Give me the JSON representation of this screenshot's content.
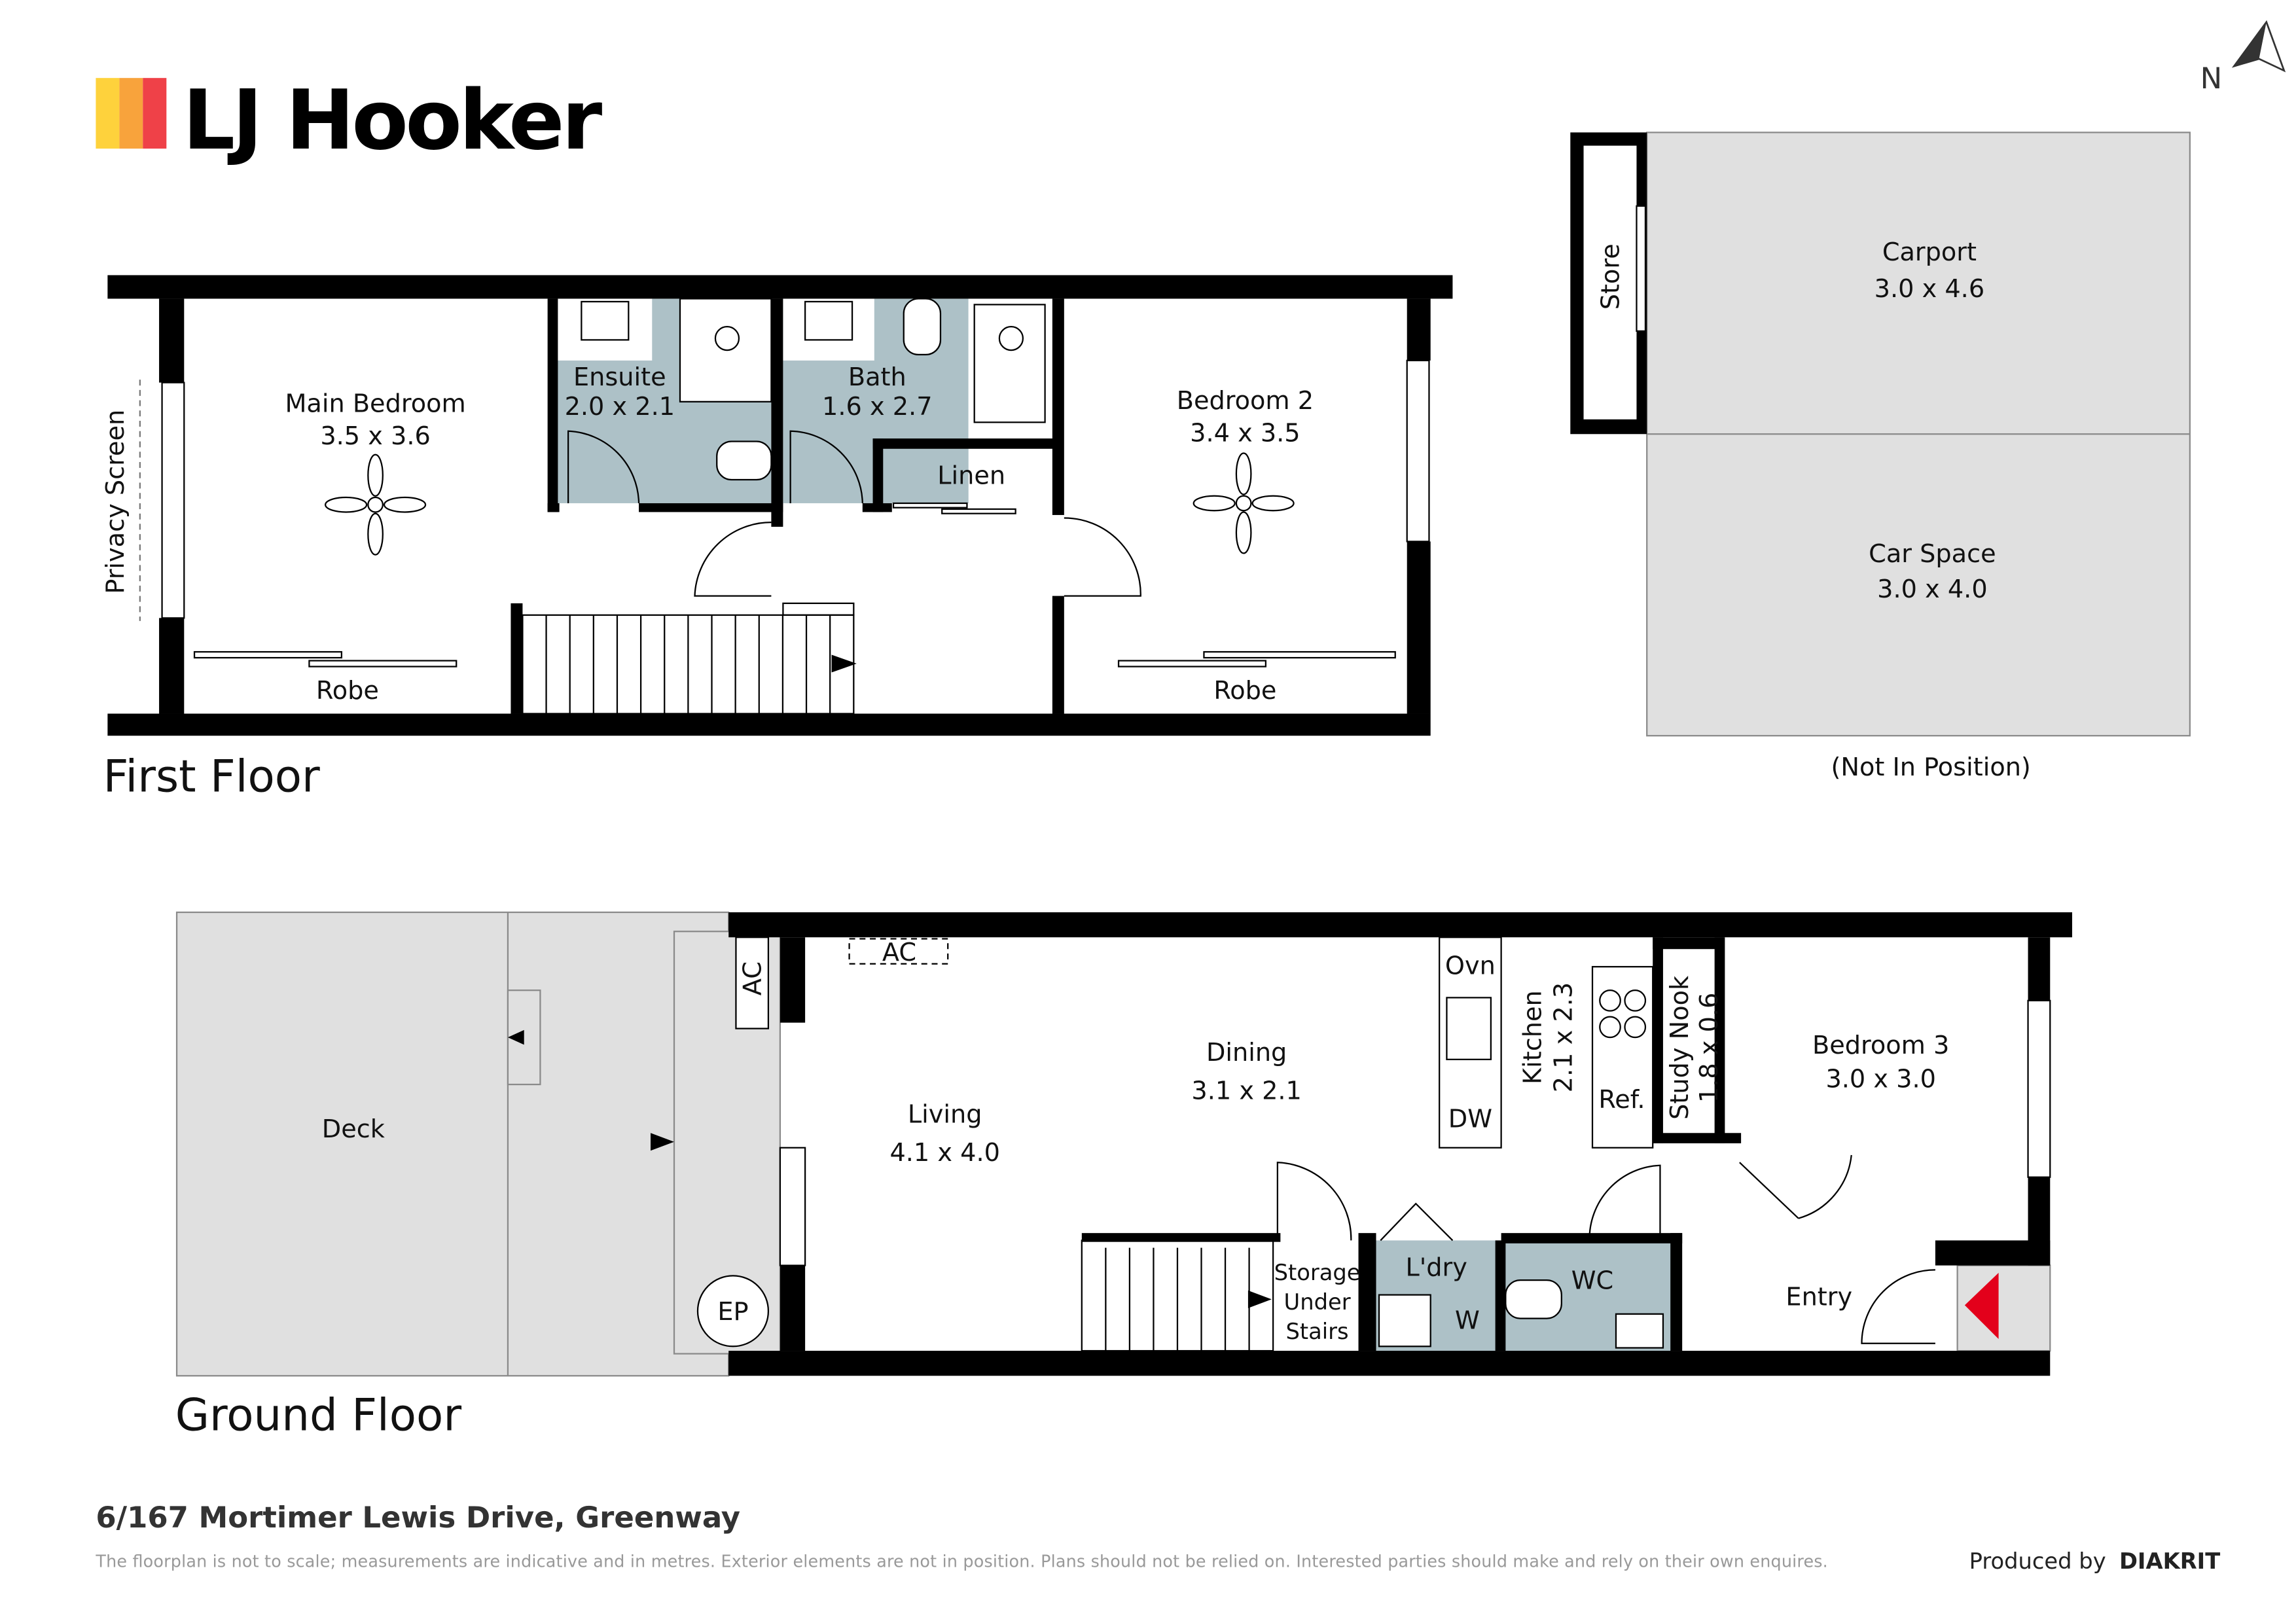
{
  "brand": {
    "name": "LJ Hooker",
    "stripe_colors": [
      "#fed23c",
      "#f8a33c",
      "#ef4148"
    ]
  },
  "compass": {
    "label": "N"
  },
  "colors": {
    "wet_area": "#adc1c7",
    "exterior": "#e0e0e0",
    "entry_marker": "#e3001b"
  },
  "first_floor": {
    "title": "First Floor",
    "privacy_screen": "Privacy Screen",
    "main_bedroom": {
      "name": "Main Bedroom",
      "size": "3.5 x 3.6"
    },
    "ensuite": {
      "name": "Ensuite",
      "size": "2.0 x 2.1"
    },
    "bath": {
      "name": "Bath",
      "size": "1.6 x 2.7"
    },
    "linen": "Linen",
    "bedroom2": {
      "name": "Bedroom 2",
      "size": "3.4 x 3.5"
    },
    "robe1": "Robe",
    "robe2": "Robe"
  },
  "parking": {
    "store": "Store",
    "carport": {
      "name": "Carport",
      "size": "3.0 x 4.6"
    },
    "car_space": {
      "name": "Car Space",
      "size": "3.0 x 4.0"
    },
    "note": "(Not In Position)"
  },
  "ground_floor": {
    "title": "Ground Floor",
    "deck": "Deck",
    "ac_vertical": "AC",
    "ac_ceiling": "AC",
    "ep": "EP",
    "living": {
      "name": "Living",
      "size": "4.1 x 4.0"
    },
    "dining": {
      "name": "Dining",
      "size": "3.1 x 2.1"
    },
    "oven": "Ovn",
    "dw": "DW",
    "kitchen": {
      "name": "Kitchen",
      "size": "2.1 x 2.3"
    },
    "ref": "Ref.",
    "study_nook": {
      "name": "Study Nook",
      "size": "1.8 x 0.6"
    },
    "bedroom3": {
      "name": "Bedroom 3",
      "size": "3.0 x 3.0"
    },
    "storage": [
      "Storage",
      "Under",
      "Stairs"
    ],
    "laundry": "L'dry",
    "washer": "W",
    "wc": "WC",
    "entry": "Entry"
  },
  "footer": {
    "address": "6/167 Mortimer Lewis Drive, Greenway",
    "disclaimer": "The floorplan is not to scale; measurements are indicative and in metres. Exterior elements are not in position. Plans should not be relied on. Interested parties should make and rely on their own enquires.",
    "produced_by": "Produced by",
    "producer": "DIAKRIT"
  }
}
